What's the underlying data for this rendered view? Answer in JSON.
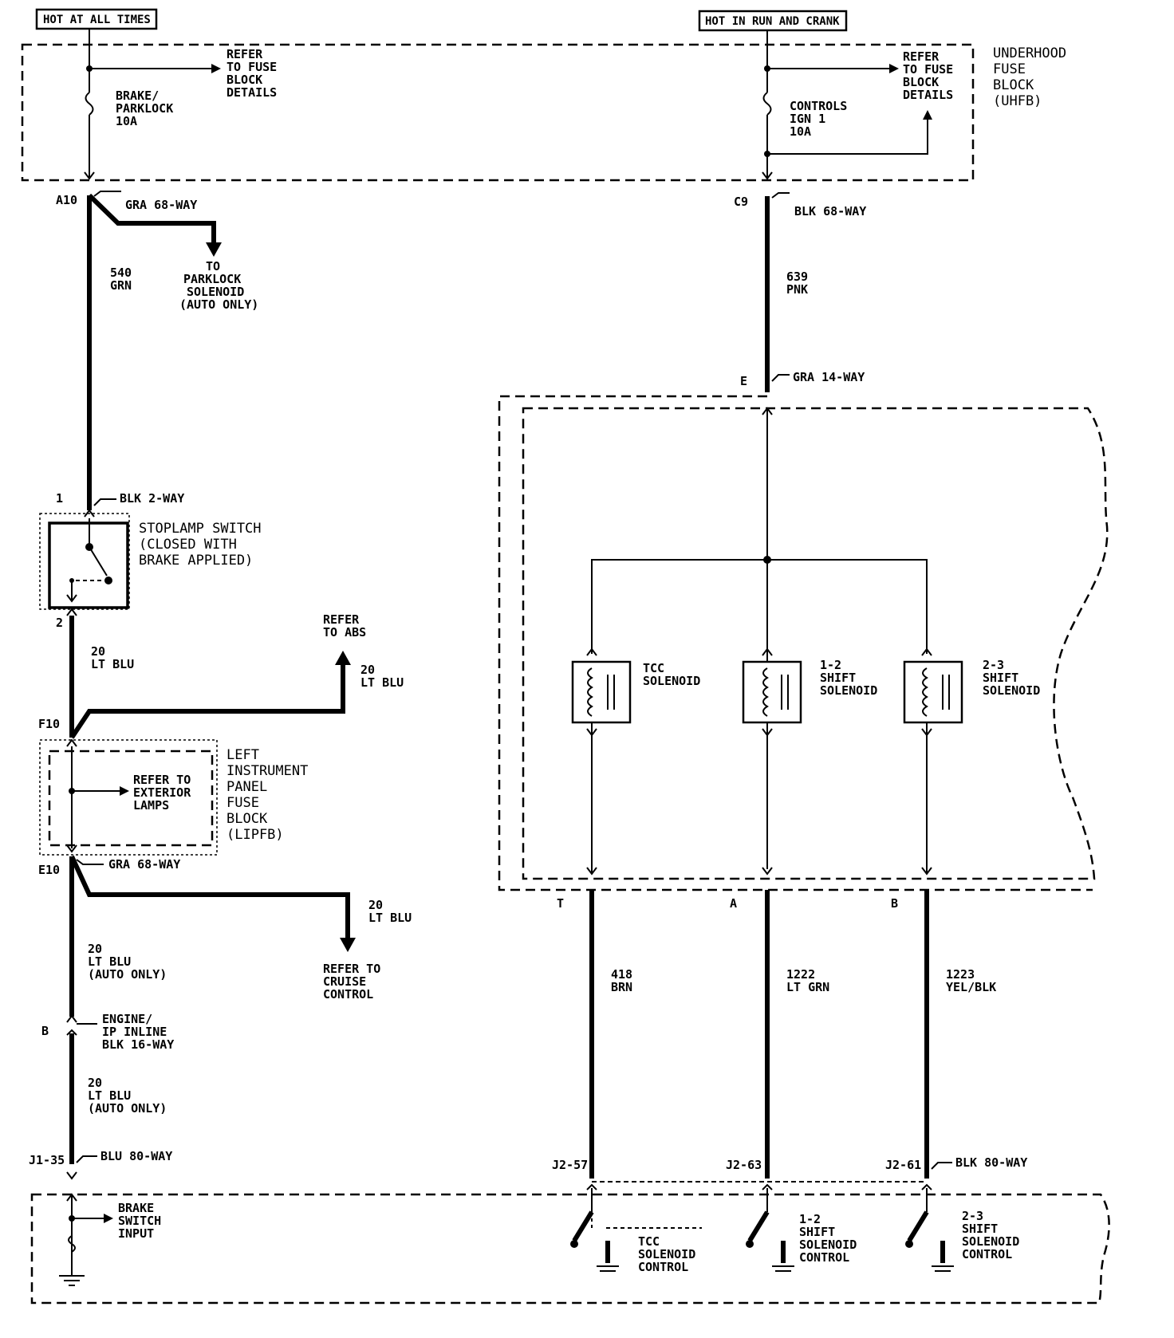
{
  "headers": {
    "hot_all_times": "HOT AT ALL TIMES",
    "hot_run_crank": "HOT IN RUN AND CRANK"
  },
  "uhfb": {
    "title": [
      "UNDERHOOD",
      "FUSE",
      "BLOCK",
      "(UHFB)"
    ],
    "refer_left": [
      "REFER",
      "TO FUSE",
      "BLOCK",
      "DETAILS"
    ],
    "refer_right": [
      "REFER",
      "TO FUSE",
      "BLOCK",
      "DETAILS"
    ],
    "fuse_left": [
      "BRAKE/",
      "PARKLOCK",
      "10A"
    ],
    "fuse_right": [
      "CONTROLS",
      "IGN 1",
      "10A"
    ]
  },
  "connectors": {
    "a10": "A10",
    "a10_desc": "GRA 68-WAY",
    "c9": "C9",
    "c9_desc": "BLK 68-WAY",
    "e": "E",
    "e_desc": "GRA 14-WAY",
    "pin1": "1",
    "pin1_desc": "BLK 2-WAY",
    "pin2": "2",
    "f10": "F10",
    "e10": "E10",
    "e10_desc": "GRA 68-WAY",
    "b": "B",
    "b_desc": [
      "ENGINE/",
      "IP INLINE",
      "BLK 16-WAY"
    ],
    "j135": "J1-35",
    "j135_desc": "BLU 80-WAY",
    "t": "T",
    "a": "A",
    "bb": "B",
    "j257": "J2-57",
    "j263": "J2-63",
    "j261": "J2-61",
    "j2_desc": "BLK 80-WAY"
  },
  "wires": {
    "w540": [
      "540",
      "GRN"
    ],
    "parklock": [
      "TO",
      "PARKLOCK",
      "SOLENOID",
      "(AUTO ONLY)"
    ],
    "w639": [
      "639",
      "PNK"
    ],
    "w20a": [
      "20",
      "LT BLU"
    ],
    "abs": [
      "REFER",
      "TO ABS"
    ],
    "w20b": [
      "20",
      "LT BLU"
    ],
    "w20c": [
      "20",
      "LT BLU"
    ],
    "cruise": [
      "REFER TO",
      "CRUISE",
      "CONTROL"
    ],
    "w20d": [
      "20",
      "LT BLU",
      "(AUTO ONLY)"
    ],
    "w20e": [
      "20",
      "LT BLU",
      "(AUTO ONLY)"
    ],
    "w418": [
      "418",
      "BRN"
    ],
    "w1222": [
      "1222",
      "LT GRN"
    ],
    "w1223": [
      "1223",
      "YEL/BLK"
    ]
  },
  "components": {
    "stoplamp": [
      "STOPLAMP SWITCH",
      "(CLOSED WITH",
      "BRAKE APPLIED)"
    ],
    "lipfb": [
      "LEFT",
      "INSTRUMENT",
      "PANEL",
      "FUSE",
      "BLOCK",
      "(LIPFB)"
    ],
    "lipfb_refer": [
      "REFER TO",
      "EXTERIOR",
      "LAMPS"
    ],
    "tcc": [
      "TCC",
      "SOLENOID"
    ],
    "s12": [
      "1-2",
      "SHIFT",
      "SOLENOID"
    ],
    "s23": [
      "2-3",
      "SHIFT",
      "SOLENOID"
    ],
    "pcm_brake": [
      "BRAKE",
      "SWITCH",
      "INPUT"
    ],
    "pcm_tcc": [
      "TCC",
      "SOLENOID",
      "CONTROL"
    ],
    "pcm_12": [
      "1-2",
      "SHIFT",
      "SOLENOID",
      "CONTROL"
    ],
    "pcm_23": [
      "2-3",
      "SHIFT",
      "SOLENOID",
      "CONTROL"
    ]
  }
}
